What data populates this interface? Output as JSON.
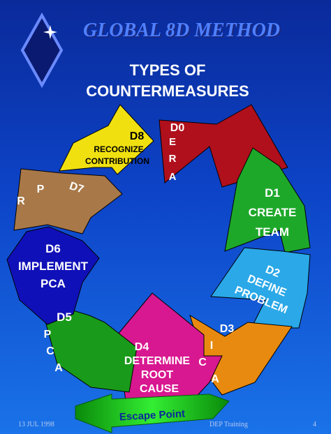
{
  "slide": {
    "title": "GLOBAL 8D METHOD",
    "subtitle_line1": "TYPES OF",
    "subtitle_line2": "COUNTERMEASURES",
    "footer_date": "13 JUL 1998",
    "footer_center": "DEP Training",
    "page_number": "4",
    "escape_point": "Escape Point"
  },
  "steps": {
    "d0": {
      "code": "D0",
      "letters": [
        "E",
        "R",
        "A"
      ],
      "color": "#b0101c"
    },
    "d1": {
      "code": "D1",
      "line1": "CREATE",
      "line2": "TEAM",
      "color": "#1ea82a"
    },
    "d2": {
      "code": "D2",
      "line1": "DEFINE",
      "line2": "PROBLEM",
      "color": "#2aa8e8"
    },
    "d3": {
      "code": "D3",
      "letters": [
        "I",
        "C",
        "A"
      ],
      "color": "#e88a10"
    },
    "d4": {
      "code": "D4",
      "line1": "DETERMINE",
      "line2": "ROOT",
      "line3": "CAUSE",
      "color": "#d81890"
    },
    "d5": {
      "code": "D5",
      "letters": [
        "P",
        "C",
        "A"
      ],
      "color": "#1a9a1a"
    },
    "d6": {
      "code": "D6",
      "line1": "IMPLEMENT",
      "line2": "PCA",
      "color": "#1010b8"
    },
    "d7": {
      "code": "D7",
      "letters": [
        "P",
        "R"
      ],
      "color": "#a87848"
    },
    "d8": {
      "code": "D8",
      "line1": "RECOGNIZE",
      "line2": "CONTRIBUTION",
      "color": "#f0e010"
    }
  },
  "colors": {
    "title": "#5080ff",
    "escape_arrow": "#22dd22",
    "text_light": "#ffffff",
    "text_dark": "#000000"
  }
}
